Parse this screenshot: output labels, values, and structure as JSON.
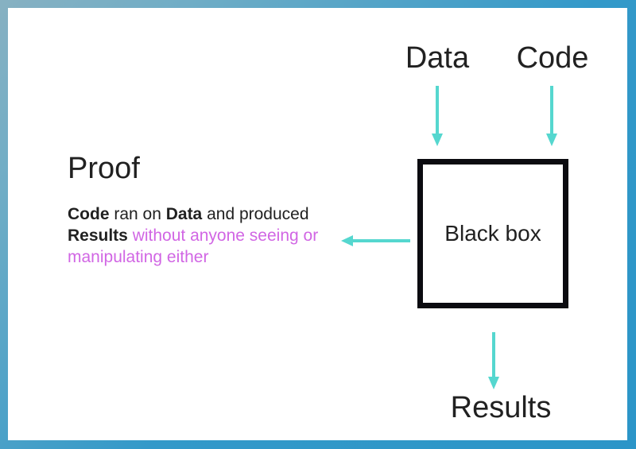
{
  "slide": {
    "top_labels": {
      "data": "Data",
      "code": "Code"
    },
    "box_label": "Black box",
    "results_label": "Results",
    "proof": {
      "title": "Proof",
      "segments": [
        {
          "text": "Code",
          "style": "strong"
        },
        {
          "text": " ran on ",
          "style": "light"
        },
        {
          "text": "Data",
          "style": "strong"
        },
        {
          "text": " and produced ",
          "style": "light"
        },
        {
          "text": "Results",
          "style": "strong"
        },
        {
          "text": " without anyone seeing or manipulating either",
          "style": "magenta"
        }
      ]
    },
    "icons": {
      "arrows": [
        "data-input-arrow",
        "code-input-arrow",
        "proof-output-arrow",
        "results-output-arrow"
      ]
    },
    "colors": {
      "arrow_teal": "#55d7cf",
      "highlight_magenta": "#d166e4",
      "frame_blue_muted": "#87b1c2",
      "frame_blue_bright": "#2b95c8",
      "box_border_black": "#0b0b10",
      "text_dark": "#212121",
      "canvas_white": "#ffffff"
    }
  }
}
